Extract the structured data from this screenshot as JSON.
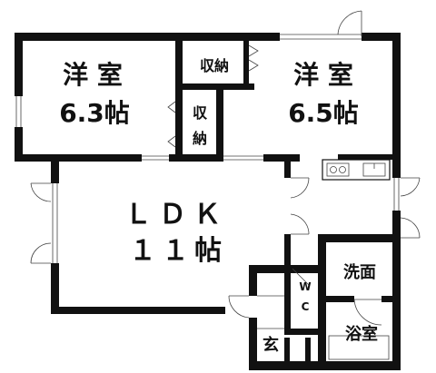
{
  "rooms": {
    "western_left": {
      "name": "洋 室",
      "size": "6.3帖"
    },
    "western_right": {
      "name": "洋 室",
      "size": "6.5帖"
    },
    "storage_top": {
      "name": "収納"
    },
    "storage_mid": {
      "name_line1": "収",
      "name_line2": "納"
    },
    "ldk": {
      "name": "ＬＤＫ",
      "size": "１１帖"
    },
    "washroom": {
      "name": "洗面"
    },
    "bathroom": {
      "name": "浴室"
    },
    "entrance": {
      "name": "玄"
    },
    "toilet": {
      "name_line1": "W",
      "name_line2": "C"
    }
  },
  "colors": {
    "wall": "#111111",
    "background": "#ffffff"
  }
}
